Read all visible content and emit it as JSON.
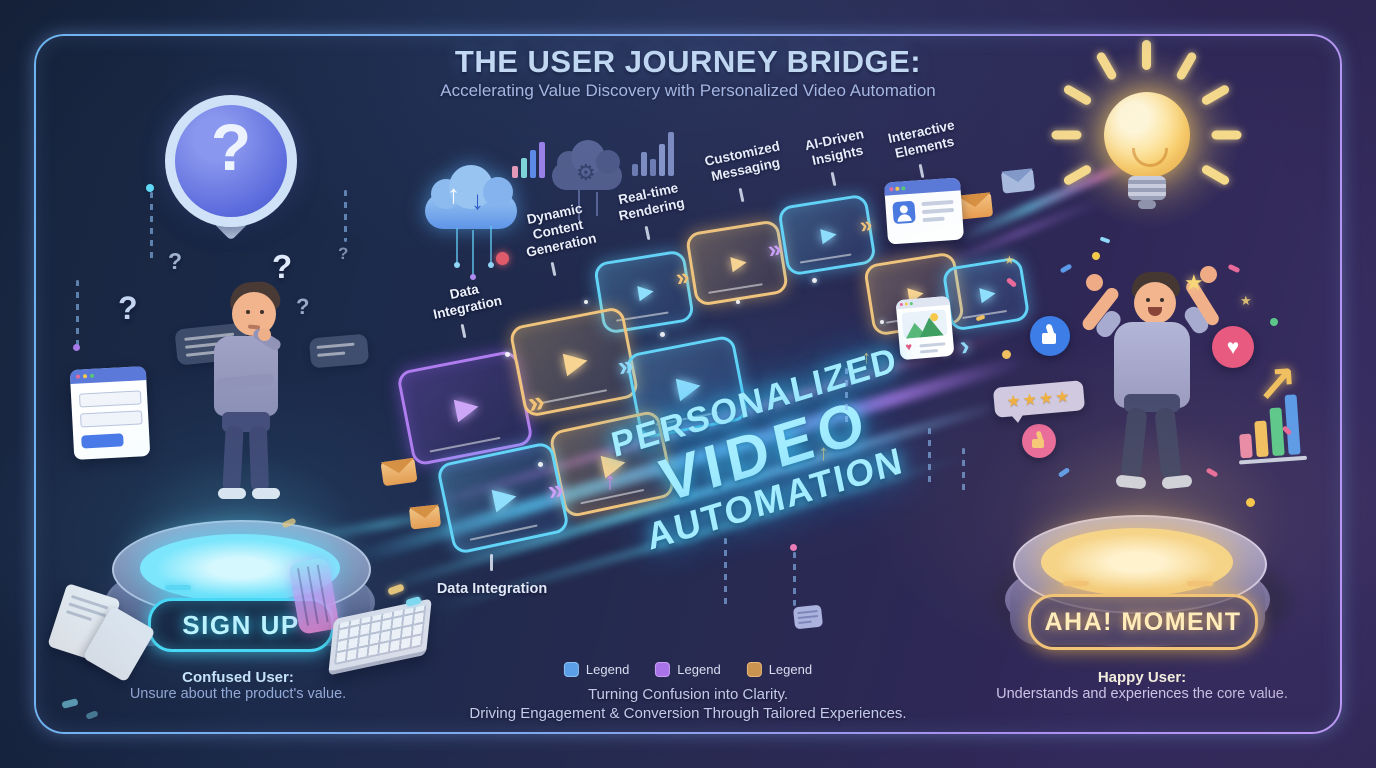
{
  "title": {
    "heading": "THE USER JOURNEY BRIDGE:",
    "subtitle": "Accelerating Value Discovery with Personalized Video Automation"
  },
  "bridge": {
    "stage_labels": [
      "Data Integration",
      "Dynamic Content Generation",
      "Real-time Rendering",
      "Customized Messaging",
      "AI-Driven Insights",
      "Interactive Elements"
    ],
    "center_text": {
      "line1": "PERSONALIZED",
      "line2": "VIDEO",
      "line3": "AUTOMATION"
    },
    "bottom_label": "Data Integration"
  },
  "left_scene": {
    "platform_label": "SIGN UP",
    "caption_title": "Confused User:",
    "caption_text": "Unsure about the product's value."
  },
  "right_scene": {
    "platform_label": "AHA! MOMENT",
    "caption_title": "Happy User:",
    "caption_text": "Understands and experiences the core value."
  },
  "legend": {
    "items": [
      {
        "label": "Legend",
        "color": "#5b9fe8"
      },
      {
        "label": "Legend",
        "color": "#a873e8"
      },
      {
        "label": "Legend",
        "color": "#c9944f"
      }
    ]
  },
  "footer": {
    "line1": "Turning Confusion into Clarity.",
    "line2": "Driving Engagement & Conversion Through Tailored Experiences."
  },
  "icons": {
    "question_mark": "?",
    "play": "▶",
    "chevron_double": "»",
    "chevron_single": "›",
    "up_arrow": "↑",
    "down_arrow": "↓",
    "trend_arrow": "↗",
    "gear": "⚙",
    "heart": "♥",
    "star": "★",
    "stars_rating": "★★★★"
  },
  "colors": {
    "background_left": "#1b2a4b",
    "background_right": "#372c5f",
    "frame_left": "#6db5f2",
    "frame_right": "#b894f0",
    "neon_cyan": "#4ad8f2",
    "neon_gold": "#f2c478",
    "neon_purple": "#b07df0",
    "signup_glow": "#5fd8f5",
    "aha_glow": "#f0b85a"
  }
}
